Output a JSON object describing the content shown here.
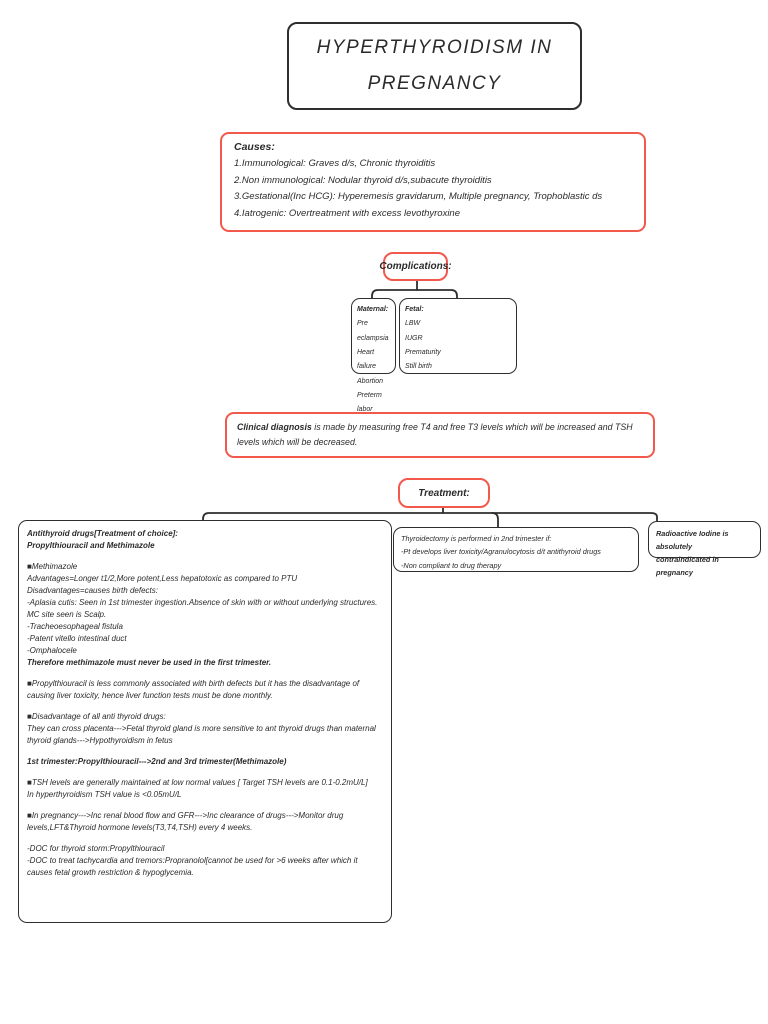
{
  "colors": {
    "accent_red": "#f2584c",
    "ink": "#2e2e2e",
    "background": "#ffffff"
  },
  "title": {
    "line1": "HYPERTHYROIDISM IN",
    "line2": "PREGNANCY"
  },
  "causes": {
    "heading": "Causes:",
    "items": [
      "1.Immunological: Graves d/s, Chronic thyroiditis",
      "2.Non immunological: Nodular thyroid d/s,subacute thyroiditis",
      "3.Gestational(Inc HCG): Hyperemesis gravidarum, Multiple pregnancy, Trophoblastic ds",
      "4.Iatrogenic: Overtreatment with excess levothyroxine"
    ]
  },
  "complications": {
    "heading": "Complications:",
    "maternal": {
      "lines": [
        {
          "t": "Maternal:",
          "b": 1
        },
        {
          "t": "Pre eclampsia"
        },
        {
          "t": "Heart failure"
        },
        {
          "t": "Abortion"
        },
        {
          "t": "Preterm labor"
        }
      ]
    },
    "fetal": {
      "lines": [
        {
          "t": "Fetal:",
          "b": 1
        },
        {
          "t": "LBW"
        },
        {
          "t": "IUGR"
        },
        {
          "t": "Prematurity"
        },
        {
          "t": "Still birth"
        }
      ]
    }
  },
  "diagnosis": {
    "lead": "Clinical diagnosis",
    "text": " is made by measuring free T4 and free T3 levels which will be increased and TSH levels which will be decreased."
  },
  "treatment": {
    "heading": "Treatment:",
    "antithyroid": {
      "lines": [
        {
          "t": "Antithyroid drugs[Treatment of choice]:",
          "b": 1
        },
        {
          "t": "Propylthiouracil and Methimazole",
          "b": 1
        },
        {
          "t": ""
        },
        {
          "t": "■Methimazole"
        },
        {
          "t": "Advantages=Longer t1/2,More potent,Less hepatotoxic as compared to PTU"
        },
        {
          "t": "Disadvantages=causes birth defects:"
        },
        {
          "t": "-Aplasia cutis: Seen in 1st trimester ingestion.Absence of skin with or without underlying structures. MC site seen is Scalp."
        },
        {
          "t": "-Tracheoesophageal fistula"
        },
        {
          "t": "-Patent vitello intestinal duct"
        },
        {
          "t": "-Omphalocele"
        },
        {
          "t": "Therefore methimazole must never be used in the first trimester.",
          "b": 1
        },
        {
          "t": ""
        },
        {
          "t": "■Propylthiouracil is less commonly associated with birth defects but it has the disadvantage of causing liver toxicity, hence liver function tests must be done monthly."
        },
        {
          "t": ""
        },
        {
          "t": "■Disadvantage of all anti thyroid drugs:"
        },
        {
          "t": "They can cross placenta--->Fetal thyroid gland is more sensitive to ant thyroid drugs than maternal thyroid glands--->Hypothyroidism in fetus"
        },
        {
          "t": ""
        },
        {
          "t": "1st trimester:Propylthiouracil--->2nd and 3rd trimester(Methimazole)",
          "b": 1
        },
        {
          "t": ""
        },
        {
          "t": "■TSH levels are generally maintained at low normal values [ Target TSH levels are 0.1-0.2mU/L]"
        },
        {
          "t": "In hyperthyroidism TSH value is <0.05mU/L"
        },
        {
          "t": ""
        },
        {
          "t": "■In pregnancy--->Inc renal blood flow and GFR--->Inc clearance of drugs--->Monitor drug levels,LFT&Thyroid hormone levels(T3,T4,TSH) every 4 weeks."
        },
        {
          "t": ""
        },
        {
          "t": "-DOC for thyroid storm:Propylthiouracil"
        },
        {
          "t": "-DOC to treat tachycardia and tremors:Propranolol[cannot be used for >6 weeks after which it causes fetal growth restriction & hypoglycemia."
        }
      ]
    },
    "thyroidectomy": {
      "lines": [
        {
          "t": "Thyroidectomy is performed in 2nd trimester if:"
        },
        {
          "t": "-Pt develops liver toxicity/Agranulocytosis d/t antithyroid drugs"
        },
        {
          "t": "-Non compliant to drug therapy"
        }
      ]
    },
    "radioiodine": {
      "lines": [
        {
          "t": "Radioactive Iodine is absolutely",
          "b": 1
        },
        {
          "t": "contraindicated in pregnancy",
          "b": 1
        }
      ]
    }
  }
}
